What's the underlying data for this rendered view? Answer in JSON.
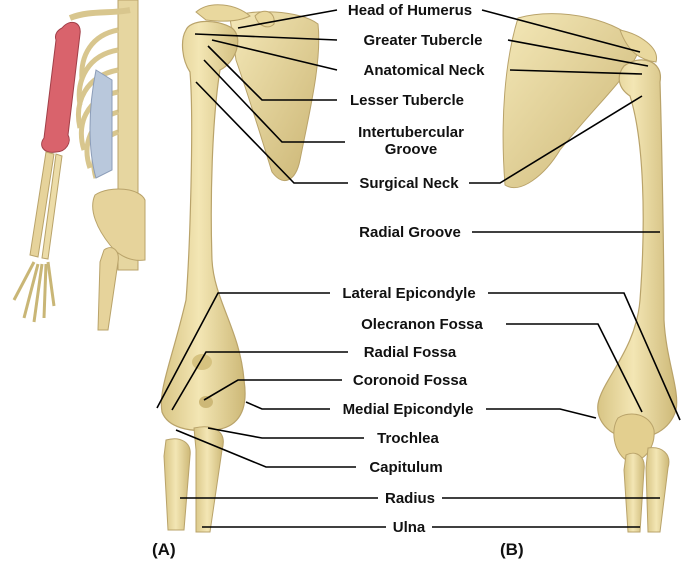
{
  "labels": {
    "head_of_humerus": "Head of Humerus",
    "greater_tubercle": "Greater Tubercle",
    "anatomical_neck": "Anatomical Neck",
    "lesser_tubercle": "Lesser Tubercle",
    "intertubercular_groove": "Intertubercular Groove",
    "surgical_neck": "Surgical Neck",
    "radial_groove": "Radial Groove",
    "lateral_epicondyle": "Lateral Epicondyle",
    "olecranon_fossa": "Olecranon Fossa",
    "radial_fossa": "Radial Fossa",
    "coronoid_fossa": "Coronoid Fossa",
    "medial_epicondyle": "Medial Epicondyle",
    "trochlea": "Trochlea",
    "capitulum": "Capitulum",
    "radius": "Radius",
    "ulna": "Ulna"
  },
  "panels": {
    "a": "(A)",
    "b": "(B)"
  },
  "colors": {
    "bone": "#eedfa6",
    "bone_shadow": "#c9b676",
    "humerus_highlight": "#d9636c",
    "rib_cartilage": "#b9c8dc",
    "leader_line": "#000000"
  }
}
